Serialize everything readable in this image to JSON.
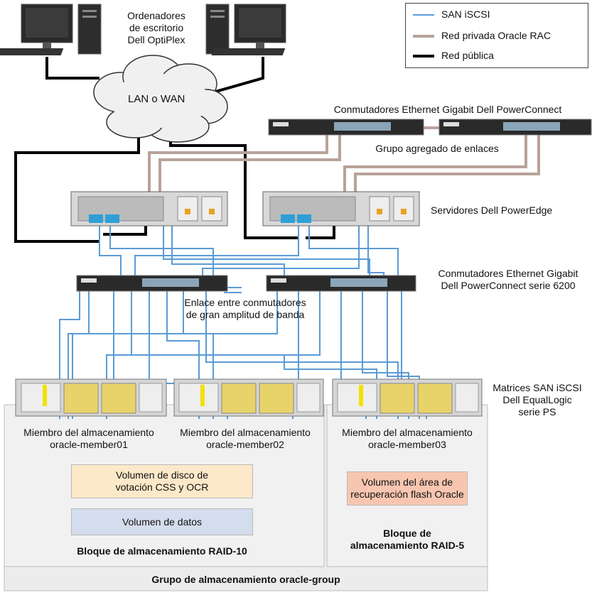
{
  "legend": {
    "iscsi": "SAN iSCSI",
    "rac": "Red privada Oracle RAC",
    "public": "Red pública"
  },
  "labels": {
    "desktops_1": "Ordenadores",
    "desktops_2": "de escritorio",
    "desktops_3": "Dell OptiPlex",
    "cloud": "LAN o WAN",
    "top_switches": "Conmutadores Ethernet Gigabit Dell PowerConnect",
    "lag": "Grupo agregado de enlaces",
    "servers": "Servidores Dell PowerEdge",
    "san_switches_1": "Conmutadores Ethernet Gigabit",
    "san_switches_2": "Dell PowerConnect serie 6200",
    "interlink_1": "Enlace entre conmutadores",
    "interlink_2": "de gran amplitud de banda",
    "arrays_1": "Matrices SAN iSCSI",
    "arrays_2": "Dell EqualLogic",
    "arrays_3": "serie PS",
    "member1_1": "Miembro del almacenamiento",
    "member1_2": "oracle-member01",
    "member2_1": "Miembro del almacenamiento",
    "member2_2": "oracle-member02",
    "member3_1": "Miembro del almacenamiento",
    "member3_2": "oracle-member03",
    "vol_css_1": "Volumen de disco de",
    "vol_css_2": "votación CSS y OCR",
    "vol_data": "Volumen de datos",
    "vol_flash_1": "Volumen del área de",
    "vol_flash_2": "recuperación flash Oracle",
    "pool_raid10": "Bloque de almacenamiento RAID-10",
    "pool_raid5_1": "Bloque de",
    "pool_raid5_2": "almacenamiento RAID-5",
    "group": "Grupo de almacenamiento oracle-group"
  },
  "colors": {
    "iscsi": "#5b9bd5",
    "rac": "#b8a29a",
    "public": "#000000",
    "pool_bg": "#ececec",
    "vol_css_bg": "#fde9c9",
    "vol_data_bg": "#d4dded",
    "vol_flash_bg": "#f8c6b0"
  }
}
